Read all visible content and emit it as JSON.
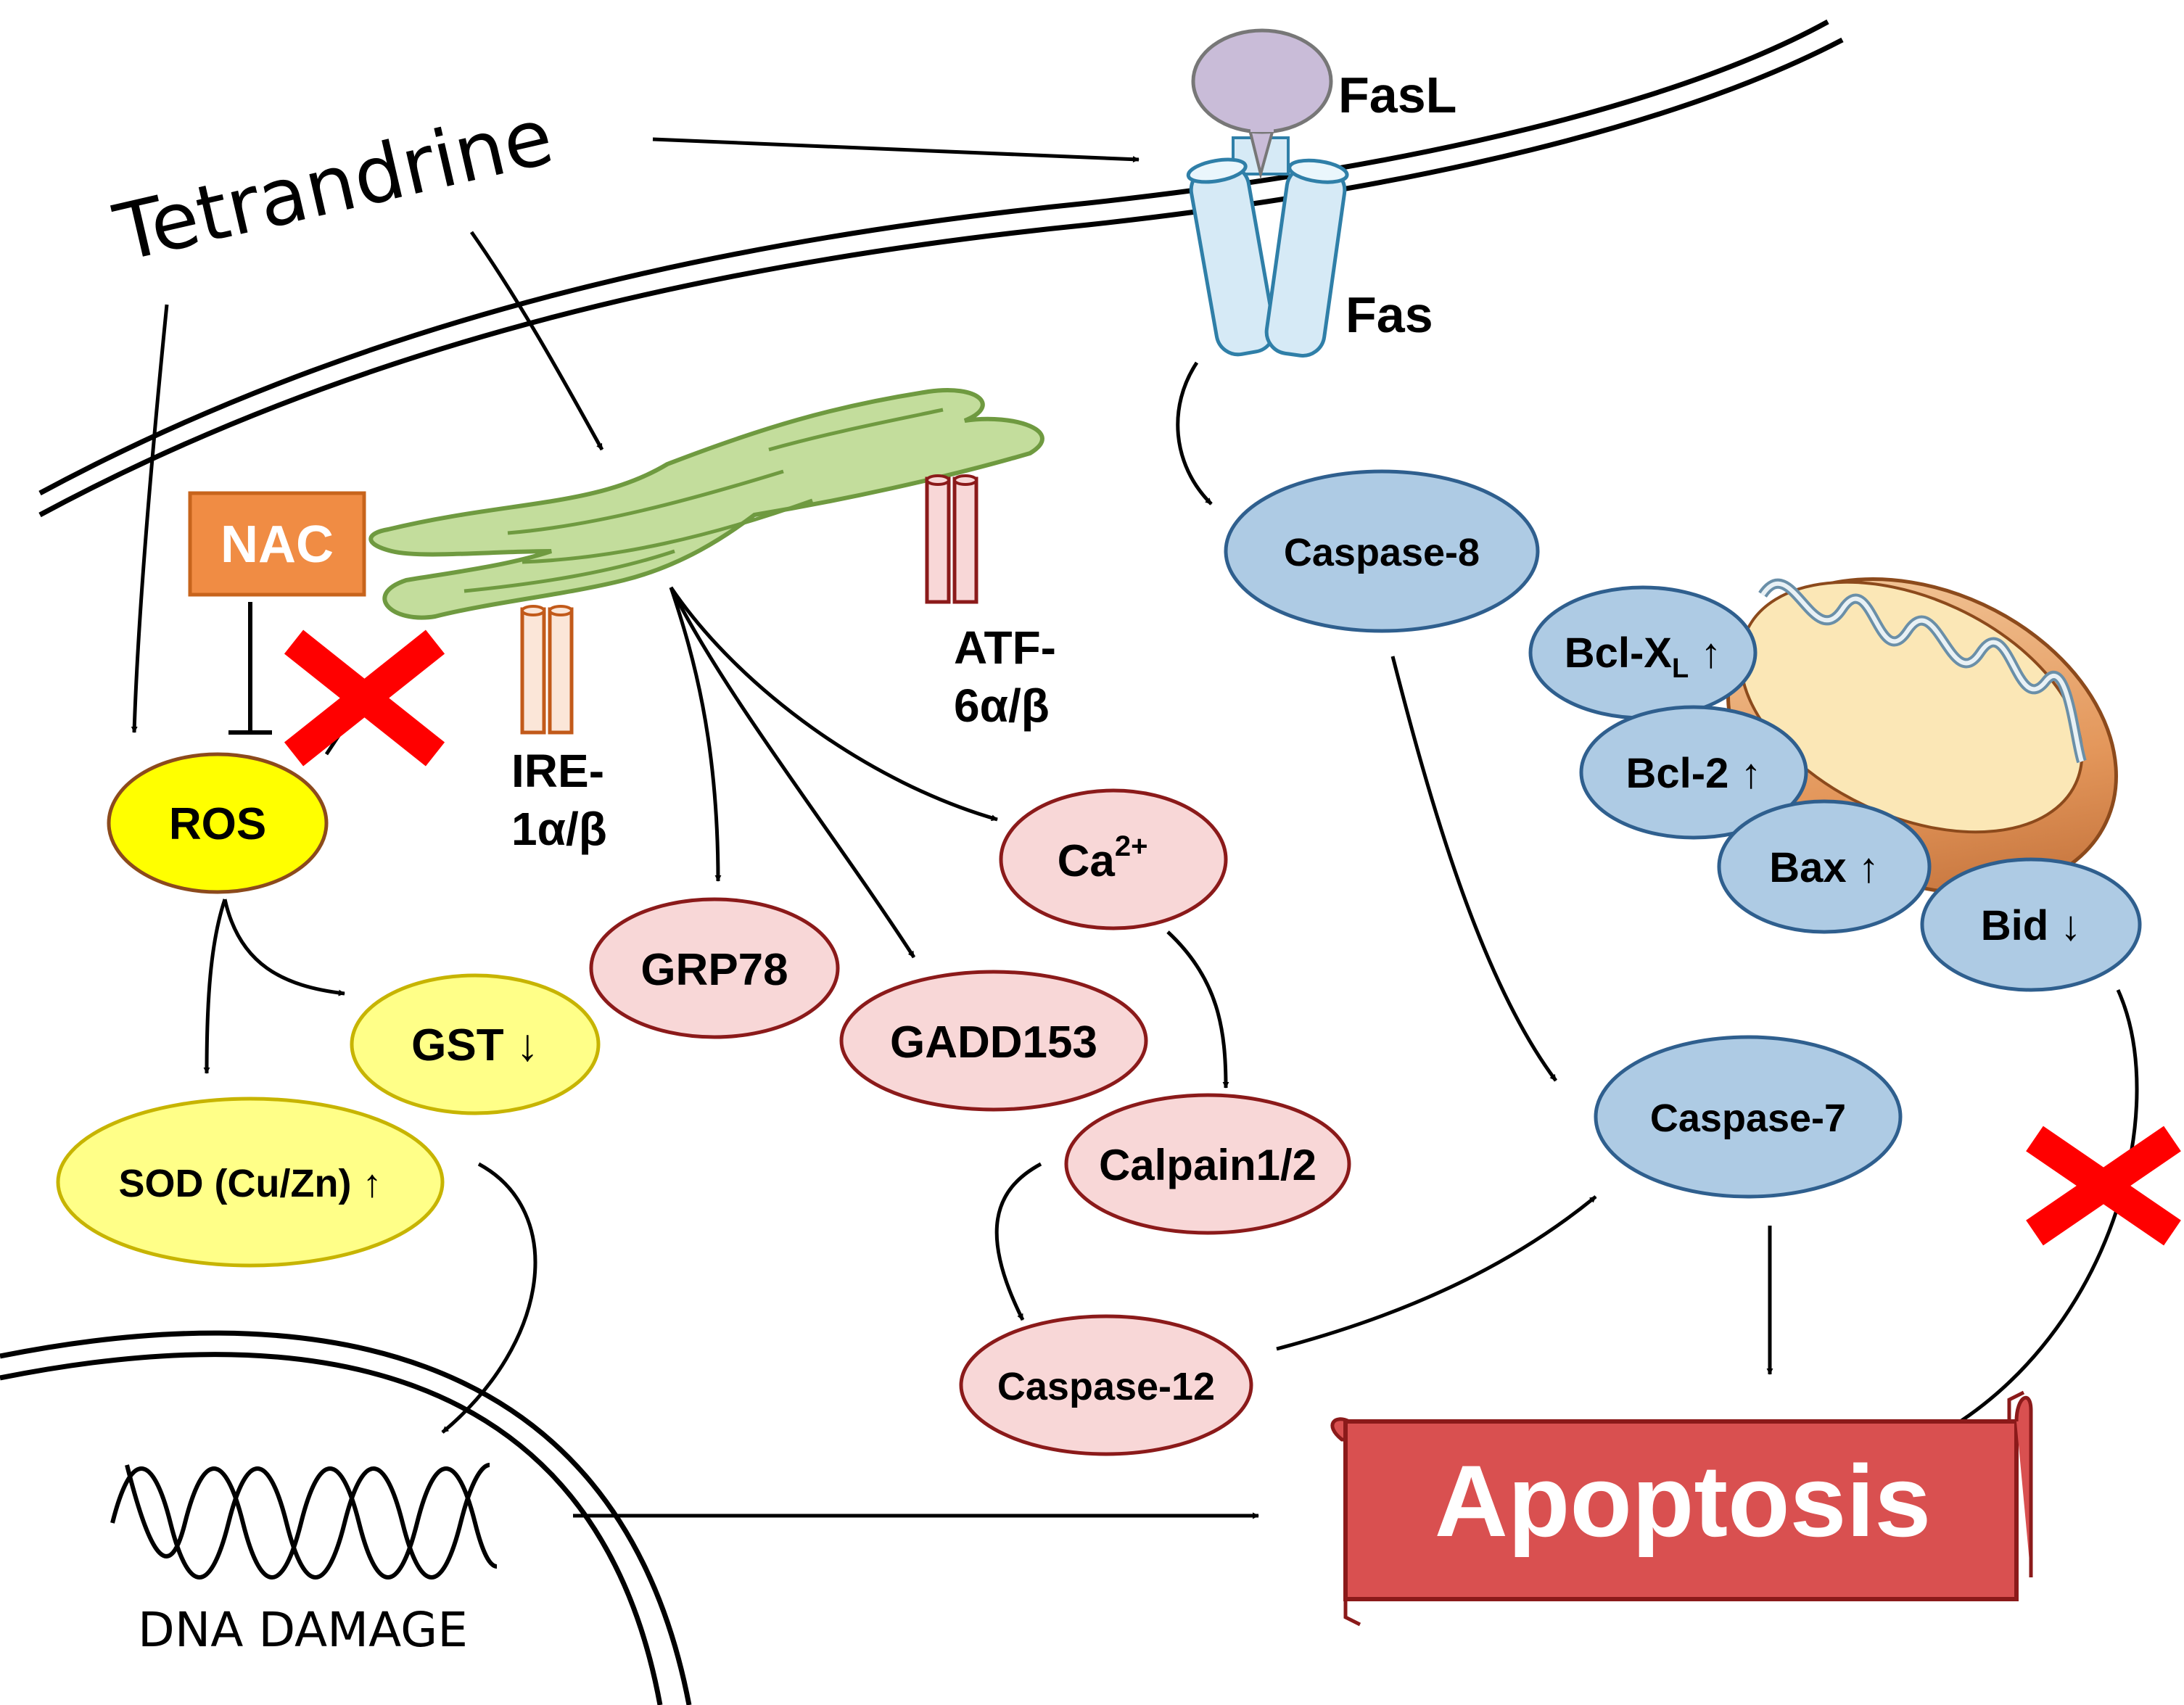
{
  "labels": {
    "tetrandrine": "Tetrandrine",
    "fasl": "FasL",
    "fas": "Fas",
    "nac": "NAC",
    "ros": "ROS",
    "ire_line1": "IRE-",
    "ire_line2": "1α/β",
    "atf_line1": "ATF-",
    "atf_line2": "6α/β",
    "grp78": "GRP78",
    "gadd153": "GADD153",
    "ca": "Ca",
    "ca_sup": "2+",
    "calpain": "Calpain1/2",
    "caspase12": "Caspase-12",
    "caspase8": "Caspase-8",
    "caspase7": "Caspase-7",
    "gst": "GST ↓",
    "sod": "SOD (Cu/Zn) ↑",
    "bclxl_main": "Bcl-X",
    "bclxl_sub": "L",
    "bclxl_arrow": " ↑",
    "bcl2": "Bcl-2 ↑",
    "bax": "Bax ↑",
    "bid": "Bid ↓",
    "dna_damage": "DNA DAMAGE",
    "apoptosis": "Apoptosis"
  },
  "colors": {
    "nac_fill": "#f08c44",
    "ros_fill": "#ffff00",
    "yellow_fill": "#ffff88",
    "pink_fill": "#f8d7d7",
    "blue_fill": "#aecbe4",
    "er_fill": "#c3dd9c",
    "apoptosis_fill": "#d95050",
    "inhibit_x": "#ff0000",
    "fasl_fill": "#c9bcd8",
    "fas_fill": "#d6eaf6"
  }
}
